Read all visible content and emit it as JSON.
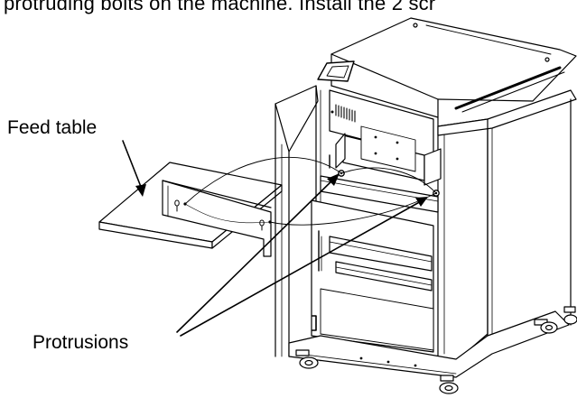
{
  "header": {
    "text": "protruding bolts on the machine. Install the 2 scr"
  },
  "labels": {
    "feed_table": "Feed table",
    "protrusions": "Protrusions"
  }
}
